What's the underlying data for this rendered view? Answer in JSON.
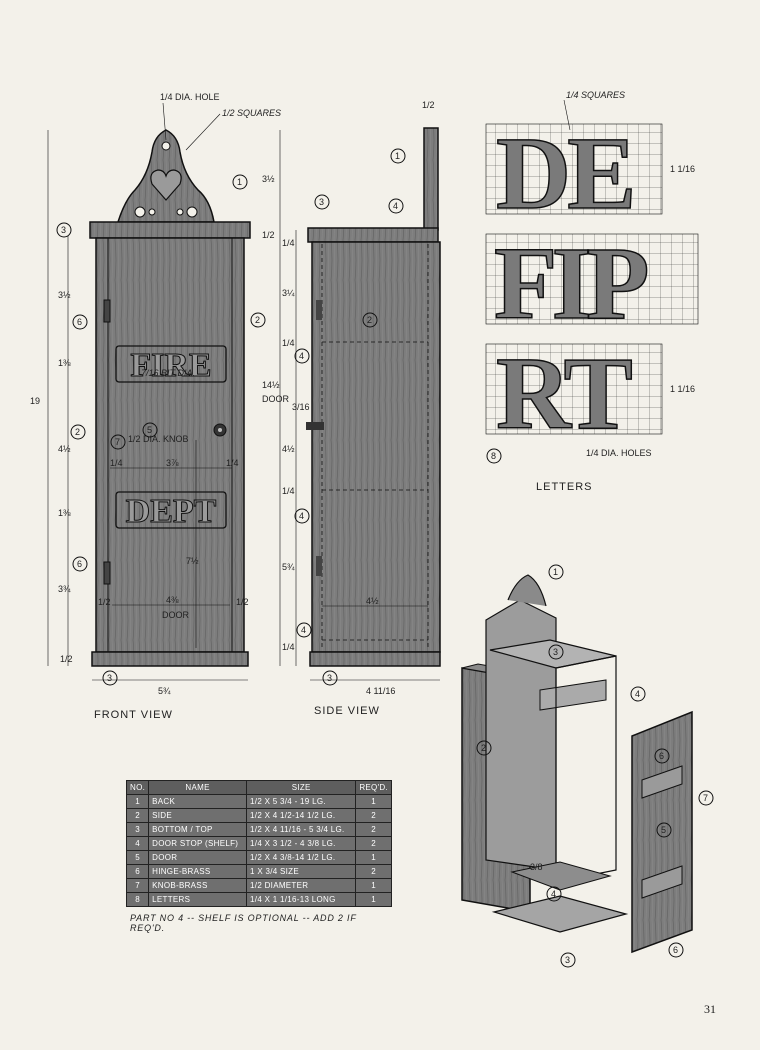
{
  "views": {
    "front_view": "FRONT VIEW",
    "side_view": "SIDE VIEW",
    "letters": "LETTERS"
  },
  "annotations": {
    "dia_hole": "1/4 DIA. HOLE",
    "squares_half": "1/2 SQUARES",
    "squares_quarter": "1/4 SQUARES",
    "bit_dia": "7/16 BIT DIA.",
    "knob_dia": "1/2 DIA. KNOB",
    "door": "DOOR",
    "dia_holes": "1/4 DIA. HOLES"
  },
  "signs": {
    "fire": "FIRE",
    "dept": "DEPT"
  },
  "letters": {
    "row1": "DE",
    "row2": "FIP",
    "row3": "RT"
  },
  "dimensions": {
    "overall_height": "19",
    "top_crest": "3½",
    "gap_top": "1/2",
    "d1": "3½",
    "d2": "1⅜",
    "d3": "4½",
    "d4": "1⅜",
    "d5": "3¾",
    "bottom": "1/2",
    "inner_width": "3⅞",
    "door_width": "4⅜",
    "front_width": "5¾",
    "door_height": "14½",
    "inner_height": "7½",
    "side_edge_l": "1/2",
    "side_edge_r": "1/2",
    "knob_side_l": "1/4",
    "knob_side_r": "1/4",
    "back_thickness": "1/2",
    "side_quarter_top": "1/4",
    "side_34": "3¼",
    "side_quarter_2": "1/4",
    "side_316": "3/16",
    "side_412": "4½",
    "side_quarter_3": "1/4",
    "side_534": "5¾",
    "side_quarter_4": "1/4",
    "side_width_inner": "4½",
    "side_width": "4 11/16",
    "letter_h": "1 1/16",
    "letter_h2": "1 1/16",
    "door_small": "3/8"
  },
  "table": {
    "headers": [
      "NO.",
      "NAME",
      "SIZE",
      "REQ'D."
    ],
    "rows": [
      [
        "1",
        "BACK",
        "1/2 X 5 3/4 - 19 LG.",
        "1"
      ],
      [
        "2",
        "SIDE",
        "1/2 X 4 1/2-14 1/2 LG.",
        "2"
      ],
      [
        "3",
        "BOTTOM / TOP",
        "1/2 X 4 11/16 - 5 3/4 LG.",
        "2"
      ],
      [
        "4",
        "DOOR STOP (SHELF)",
        "1/4 X 3 1/2 - 4 3/8 LG.",
        "2"
      ],
      [
        "5",
        "DOOR",
        "1/2 X 4 3/8-14 1/2 LG.",
        "1"
      ],
      [
        "6",
        "HINGE-BRASS",
        "1 X 3/4 SIZE",
        "2"
      ],
      [
        "7",
        "KNOB-BRASS",
        "1/2 DIAMETER",
        "1"
      ],
      [
        "8",
        "LETTERS",
        "1/4 X 1 1/16-13 LONG",
        "1"
      ]
    ],
    "footnote": "PART NO 4 -- SHELF IS OPTIONAL -- ADD 2 IF REQ'D."
  },
  "page_number": "31",
  "colors": {
    "wood": "#7a7a7a",
    "wood_dark": "#555555",
    "line": "#1a1a1a",
    "paper": "#f3f1ea"
  }
}
